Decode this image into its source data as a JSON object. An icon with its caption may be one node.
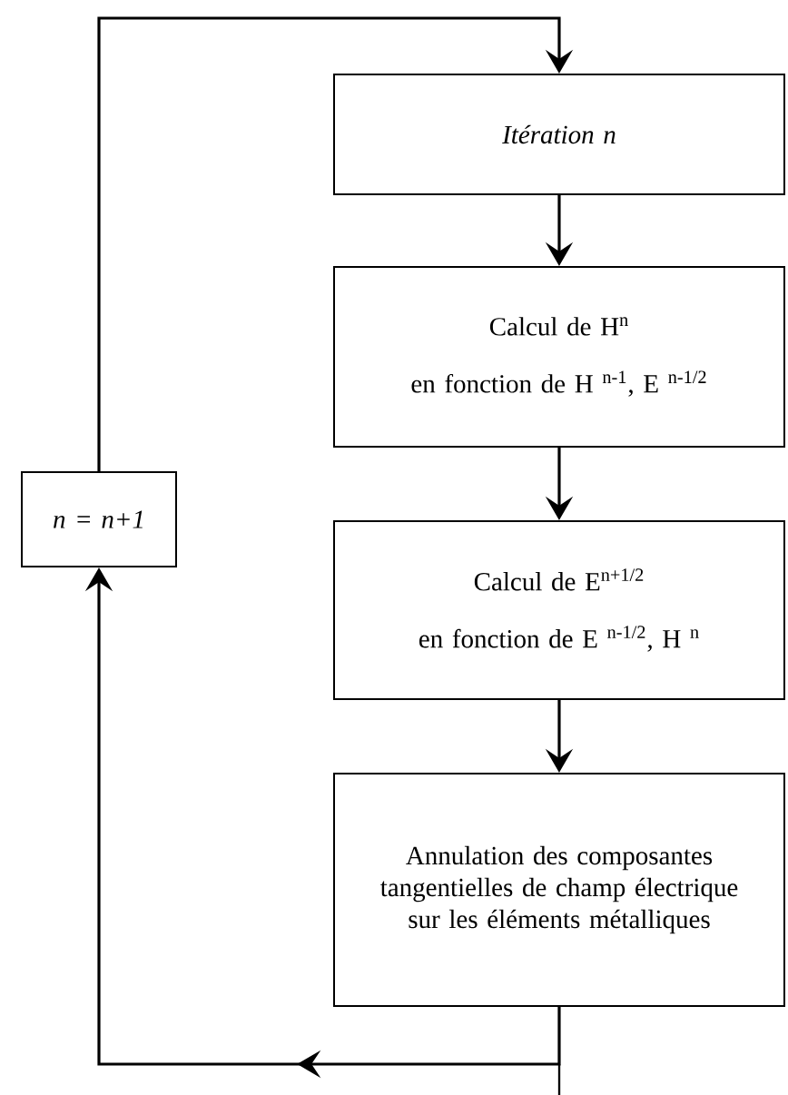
{
  "diagram": {
    "nodes": [
      {
        "text": [
          "Itération n"
        ]
      },
      {
        "text": [
          "Calcul de H$^{n}$",
          "en fonction de H $^{n-1}$, E $^{n-1/2}$"
        ]
      },
      {
        "text": [
          "Calcul de E$^{n+1/2}$",
          "en fonction de E $^{n-1/2}$, H $^{n}$"
        ]
      },
      {
        "text": [
          "Annulation des composantes tangentielles de champ électrique sur les éléments métalliques"
        ]
      },
      {
        "text": [
          "n = n+1"
        ]
      }
    ],
    "edges": [
      {
        "from": 4,
        "to": 0,
        "arrow": "to"
      },
      {
        "from": 0,
        "to": 1,
        "arrow": "to"
      },
      {
        "from": 1,
        "to": 2,
        "arrow": "to"
      },
      {
        "from": 2,
        "to": 3,
        "arrow": "to"
      },
      {
        "from": 3,
        "to": 4,
        "arrow": "to"
      }
    ]
  }
}
